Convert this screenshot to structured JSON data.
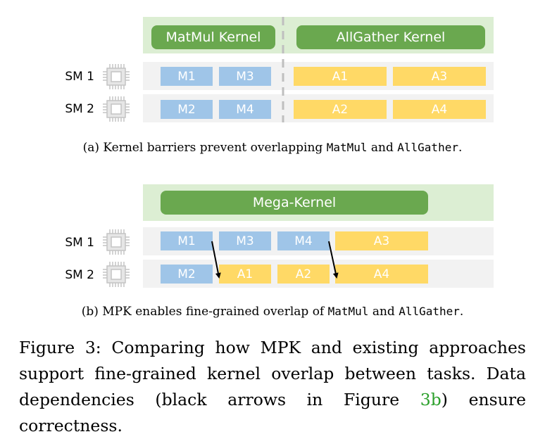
{
  "panel_a": {
    "kernels": [
      "MatMul Kernel",
      "AllGather Kernel"
    ],
    "rows": [
      {
        "label": "SM 1",
        "m_tasks": [
          "M1",
          "M3"
        ],
        "a_tasks": [
          "A1",
          "A3"
        ]
      },
      {
        "label": "SM 2",
        "m_tasks": [
          "M2",
          "M4"
        ],
        "a_tasks": [
          "A2",
          "A4"
        ]
      }
    ],
    "caption": {
      "pre": "(a) Kernel barriers prevent overlapping ",
      "code1": "MatMul",
      "mid": " and ",
      "code2": "AllGather",
      "post": "."
    }
  },
  "panel_b": {
    "kernel": "Mega-Kernel",
    "rows": [
      {
        "label": "SM 1",
        "tasks": [
          "M1",
          "M3",
          "M4",
          "A3"
        ]
      },
      {
        "label": "SM 2",
        "tasks": [
          "M2",
          "A1",
          "A2",
          "A4"
        ]
      }
    ],
    "caption": {
      "pre": "(b) MPK enables fine-grained overlap of ",
      "code1": "MatMul",
      "mid": " and ",
      "code2": "AllGather",
      "post": "."
    }
  },
  "figure_caption": {
    "pre": "Figure 3: Comparing how MPK and existing approaches support fine-grained kernel overlap between tasks. Data dependencies (black arrows in Figure ",
    "ref": "3b",
    "post": ") ensure correctness."
  },
  "colors": {
    "matmul": "#9fc5e8",
    "allgather": "#ffd966",
    "kernel": "#6aa84f",
    "kernel_band": "#dceed3",
    "row_band": "#f2f2f2",
    "ref": "#2ca02c"
  },
  "icons": [
    "chip-icon",
    "arrow-icon"
  ]
}
